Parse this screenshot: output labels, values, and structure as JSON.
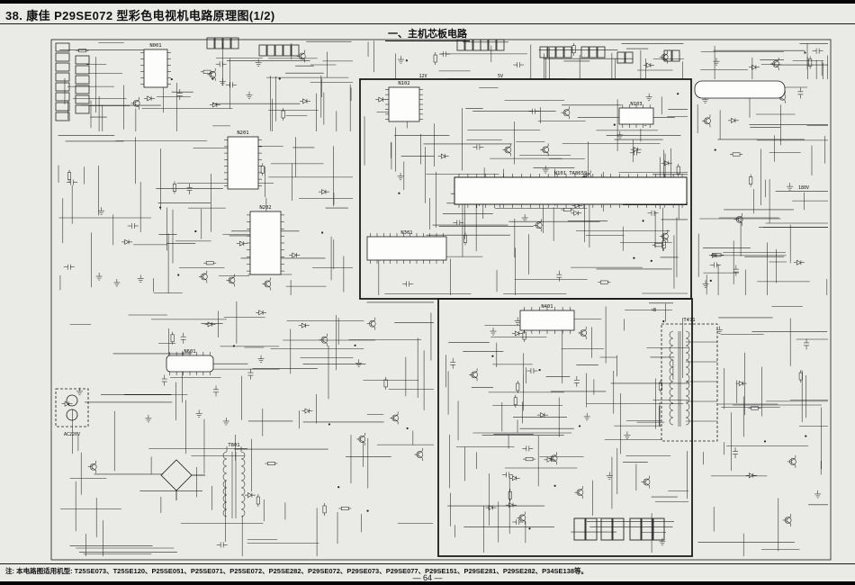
{
  "page": {
    "title": "38. 康佳 P29SE072 型彩色电视机电路原理图(1/2)",
    "section_heading": "一、主机芯板电路",
    "footnote": "注: 本电路图适用机型: T25SE073、T25SE120、P25SE051、P25SE071、P25SE072、P25SE282、P29SE072、P29SE073、P29SE077、P29SE151、P29SE281、P29SE282、P34SE138等。",
    "page_number": "— 64 —"
  },
  "schematic": {
    "labels": {
      "main_ic": "N101 TA8659",
      "ic_center_small": "N102",
      "ic_if": "N301",
      "ic_left_1": "N201",
      "ic_left_2": "N202",
      "ic_remote": "N001",
      "ic_bottom_box": "N401",
      "ic_power": "N601",
      "ic_aux": "N103",
      "flyback": "T471",
      "transformer": "T801",
      "v_b": "+B",
      "v_180": "180V",
      "v_12": "12V",
      "v_5": "5V",
      "ac_in": "AC220V"
    }
  }
}
